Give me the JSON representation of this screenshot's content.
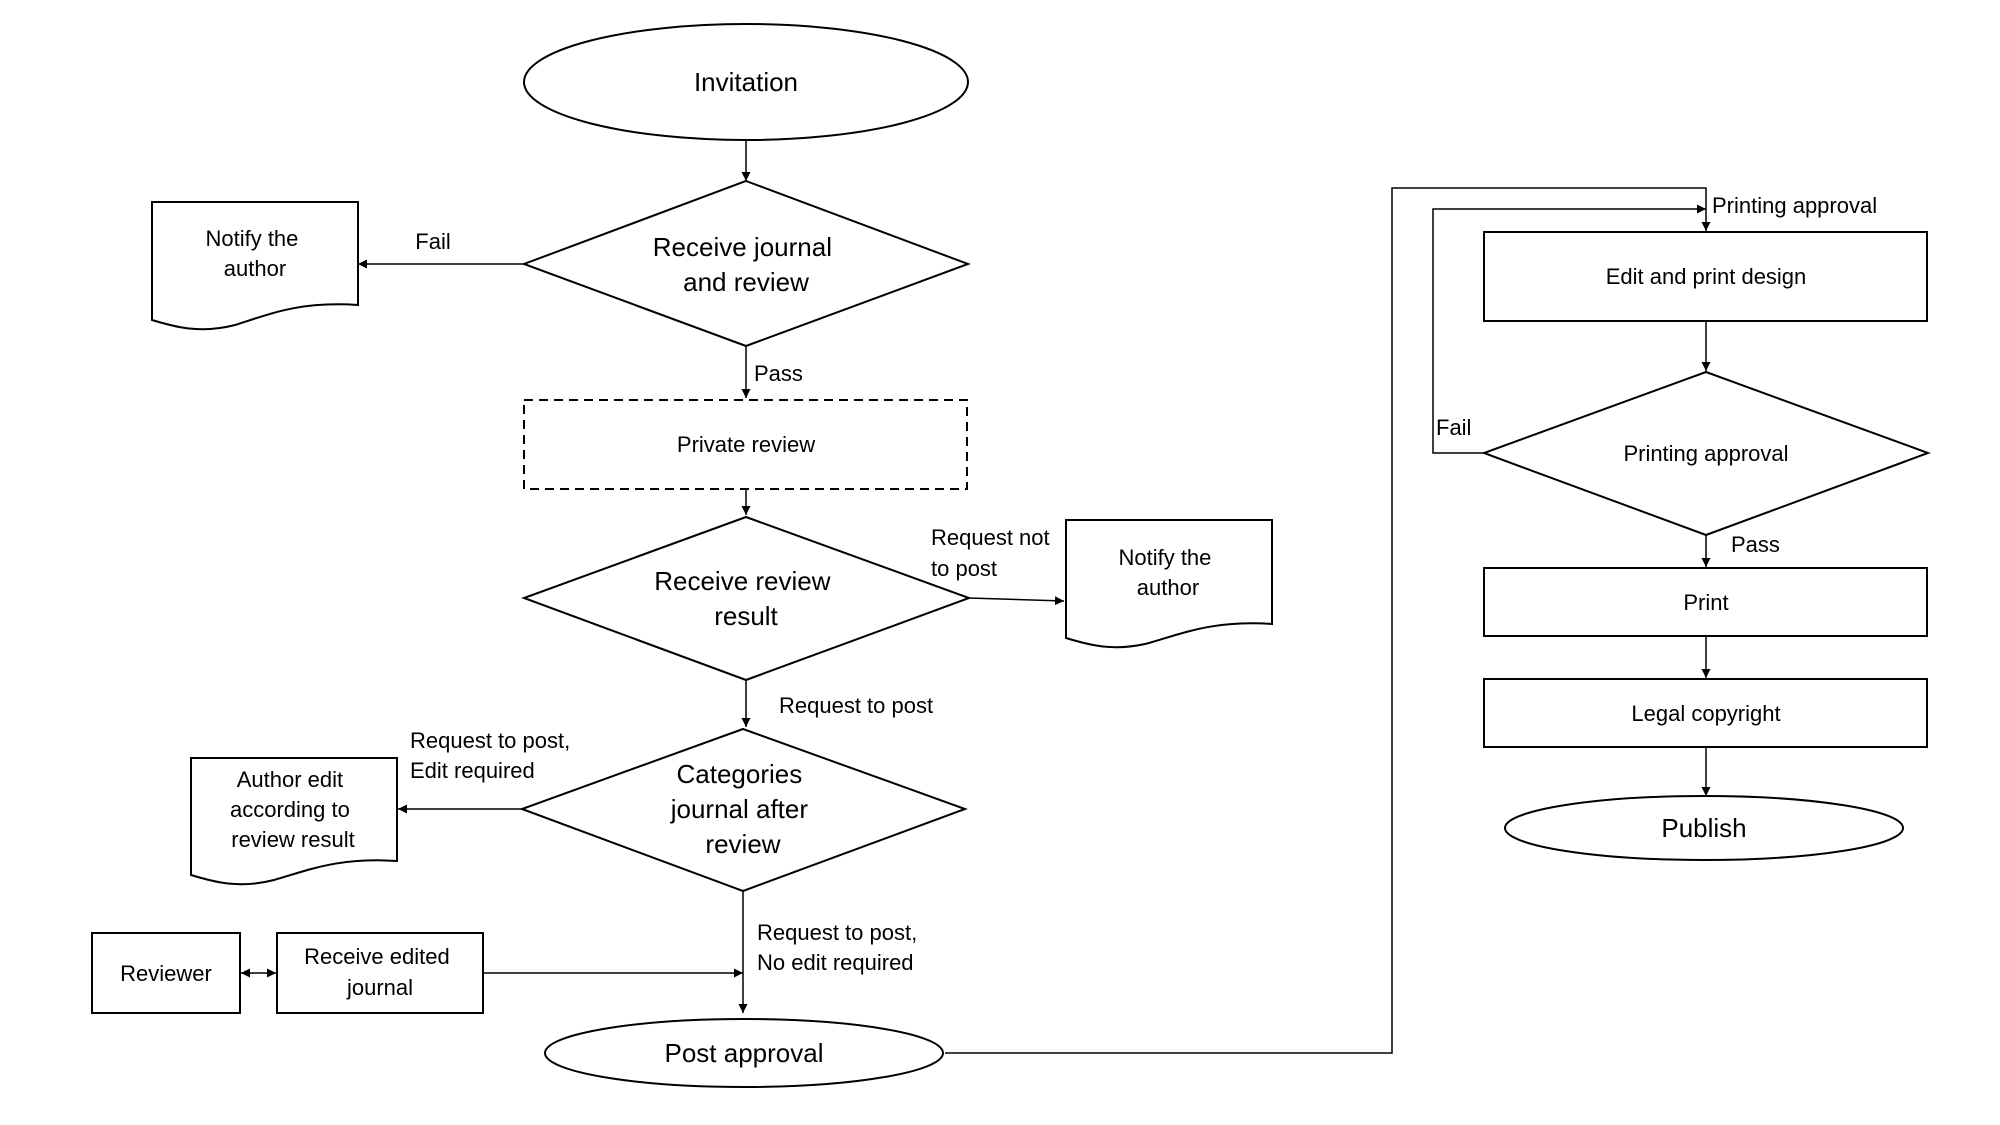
{
  "diagram": {
    "nodes": {
      "invitation": "Invitation",
      "receive_journal": [
        "Receive journal",
        "and review"
      ],
      "notify_author_1": [
        "Notify the",
        "author"
      ],
      "private_review": "Private review",
      "receive_review_result": [
        "Receive review",
        "result"
      ],
      "notify_author_2": [
        "Notify the",
        "author"
      ],
      "categories": [
        "Categories",
        "journal after",
        "review"
      ],
      "author_edit": [
        "Author edit",
        "according to",
        "review result"
      ],
      "reviewer": "Reviewer",
      "receive_edited": [
        "Receive edited",
        "journal"
      ],
      "post_approval": "Post approval",
      "edit_print_design": "Edit and print design",
      "printing_approval": "Printing approval",
      "print": "Print",
      "legal_copyright": "Legal copyright",
      "publish": "Publish"
    },
    "edges": {
      "fail_1": "Fail",
      "pass_1": "Pass",
      "request_not_to_post": [
        "Request not",
        "to post"
      ],
      "request_to_post": "Request to post",
      "edit_required": [
        "Request to post,",
        "Edit required"
      ],
      "no_edit_required": [
        "Request to post,",
        "No edit required"
      ],
      "printing_approval_in": "Printing approval",
      "fail_2": "Fail",
      "pass_2": "Pass"
    }
  }
}
